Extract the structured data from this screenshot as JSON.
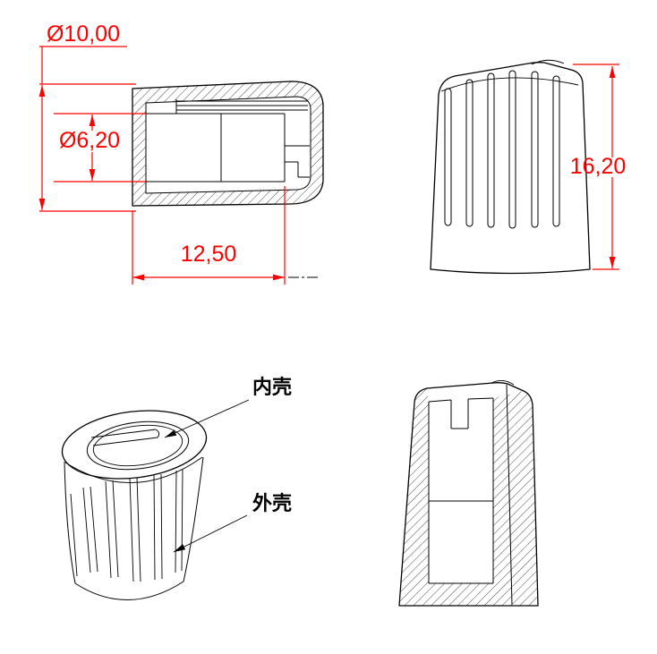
{
  "colors": {
    "background": "#ffffff",
    "drawing_line": "#000000",
    "dimension": "#ff0000"
  },
  "dimensions": {
    "outer_diameter": "Ø10,00",
    "inner_diameter": "Ø6,20",
    "depth": "12,50",
    "height": "16,20"
  },
  "labels": {
    "inner_shell": "内壳",
    "outer_shell": "外壳"
  }
}
